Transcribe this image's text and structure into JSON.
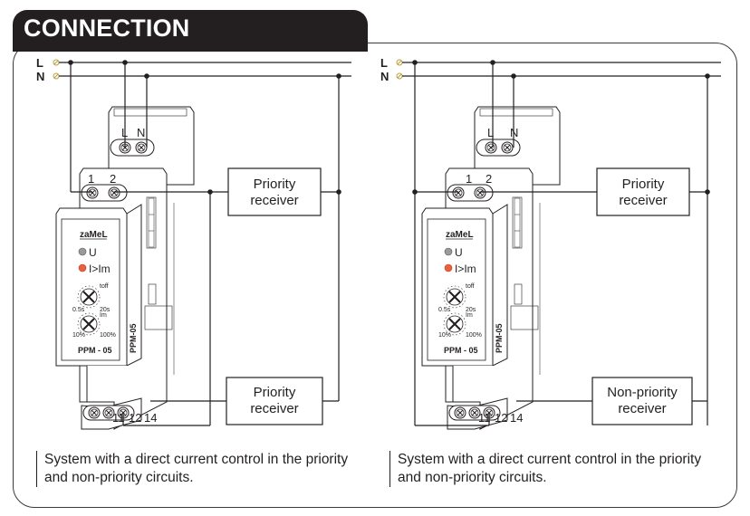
{
  "header": {
    "title": "CONNECTION"
  },
  "colors": {
    "header_bg": "#231f20",
    "line_terminal": "#b8a040",
    "led_red": "#e8603c",
    "led_grey": "#9a9a9a"
  },
  "mains": {
    "line_label": "L",
    "neutral_label": "N"
  },
  "diagrams": [
    {
      "device": {
        "brand": "zaMeL",
        "model_front": "PPM - 05",
        "model_side": "PPM-05",
        "supply_terminals": [
          "L",
          "N"
        ],
        "input_terminals": [
          "1",
          "2"
        ],
        "output_terminals": [
          "11",
          "12",
          "14"
        ],
        "leds": [
          {
            "label": "U"
          },
          {
            "label": "I>Im"
          }
        ],
        "dials": [
          {
            "label": "toff",
            "min": "0.5s",
            "max": "20s"
          },
          {
            "label": "Im",
            "min": "10%",
            "max": "100%"
          }
        ]
      },
      "receivers": [
        {
          "line1": "Priority",
          "line2": "receiver"
        },
        {
          "line1": "Priority",
          "line2": "receiver"
        }
      ],
      "caption": "System with a direct current control in the priority and non-priority circuits."
    },
    {
      "device": {
        "brand": "zaMeL",
        "model_front": "PPM - 05",
        "model_side": "PPM-05",
        "supply_terminals": [
          "L",
          "N"
        ],
        "input_terminals": [
          "1",
          "2"
        ],
        "output_terminals": [
          "11",
          "12",
          "14"
        ],
        "leds": [
          {
            "label": "U"
          },
          {
            "label": "I>Im"
          }
        ],
        "dials": [
          {
            "label": "toff",
            "min": "0.5s",
            "max": "20s"
          },
          {
            "label": "Im",
            "min": "10%",
            "max": "100%"
          }
        ]
      },
      "receivers": [
        {
          "line1": "Priority",
          "line2": "receiver"
        },
        {
          "line1": "Non-priority",
          "line2": "receiver"
        }
      ],
      "caption": "System with a direct current control in the priority and non-priority circuits."
    }
  ]
}
